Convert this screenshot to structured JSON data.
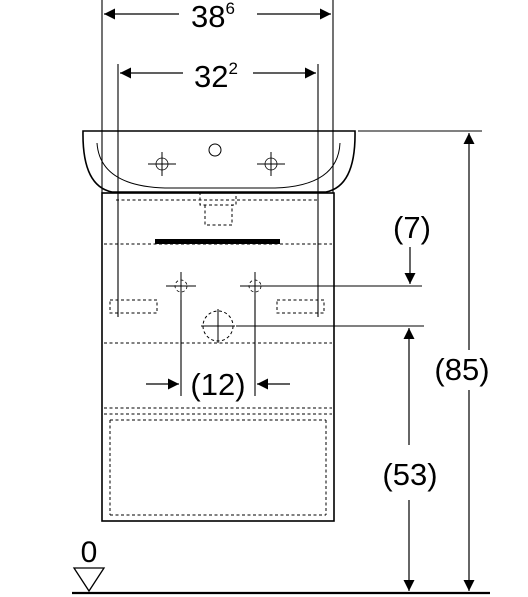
{
  "dimensions": {
    "overall_width": {
      "main": "38",
      "sup": "6"
    },
    "inner_width": {
      "main": "32",
      "sup": "2"
    },
    "offset_top": "(7)",
    "total_height": "(85)",
    "spacing": "(12)",
    "lower_height": "(53)",
    "floor_level": "0"
  }
}
